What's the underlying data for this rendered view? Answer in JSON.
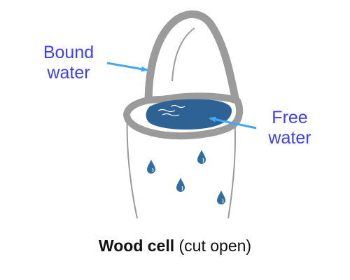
{
  "labels": {
    "bound": [
      "Bound",
      "water"
    ],
    "free": [
      "Free",
      "water"
    ]
  },
  "caption": {
    "bold": "Wood cell",
    "rest": "(cut open)"
  },
  "colors": {
    "label": "#3d3dff",
    "arrow": "#3fa9f5",
    "cell_wall": "#9b9b9b",
    "water": "#2f6294",
    "drop": "#2e6da4",
    "outline": "#999999"
  },
  "icons": {
    "drops": "water-drop-icon",
    "ripples": "water-ripple-icon"
  }
}
